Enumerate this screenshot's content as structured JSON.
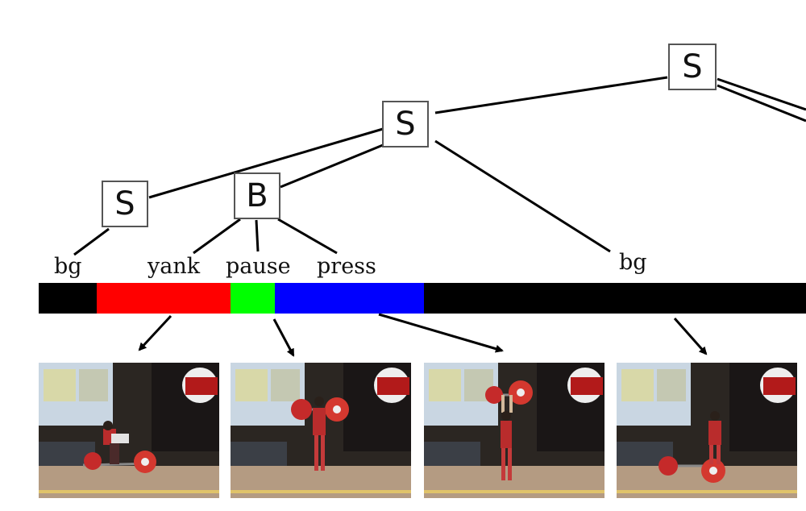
{
  "tree": {
    "nodes": [
      {
        "id": "root",
        "label": "S"
      },
      {
        "id": "mid",
        "label": "S"
      },
      {
        "id": "leftS",
        "label": "S"
      },
      {
        "id": "B",
        "label": "B"
      }
    ]
  },
  "segment_labels": {
    "bg_left": "bg",
    "yank": "yank",
    "pause": "pause",
    "press": "press",
    "bg_right": "bg"
  },
  "timeline_colors": {
    "background": "#000000",
    "yank": "#ff0000",
    "pause": "#00ff00",
    "press": "#0000ff"
  },
  "frames": [
    {
      "name": "frame-1-pull-from-floor",
      "pose": "floor"
    },
    {
      "name": "frame-2-bar-at-shoulders",
      "pose": "rack"
    },
    {
      "name": "frame-3-bar-overhead",
      "pose": "overhead"
    },
    {
      "name": "frame-4-bar-at-knees",
      "pose": "drop"
    }
  ]
}
